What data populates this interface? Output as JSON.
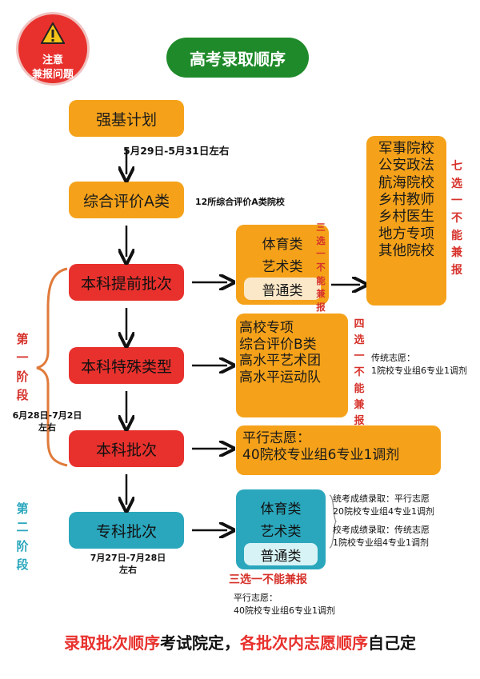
{
  "warning": {
    "line1": "注意",
    "line2": "兼报问题"
  },
  "title": "高考录取顺序",
  "flow": {
    "qiangji": "强基计划",
    "qiangji_date": "5月29日-5月31日左右",
    "zonghe_a": "综合评价A类",
    "zonghe_a_note": "12所综合评价A类院校",
    "tiqian": "本科提前批次",
    "teshu": "本科特殊类型",
    "benke": "本科批次",
    "zhuanke": "专科批次"
  },
  "tiqian_options": [
    "体育类",
    "艺术类",
    "普通类"
  ],
  "tiqian_rule": "三\n选\n一\n不\n能\n兼\n报",
  "military": [
    "军事院校",
    "公安政法",
    "航海院校",
    "乡村教师",
    "乡村医生",
    "地方专项",
    "其他院校"
  ],
  "military_rule": "七\n选\n一\n不\n能\n兼\n报",
  "teshu_options": [
    "高校专项",
    "综合评价B类",
    "高水平艺术团",
    "高水平运动队"
  ],
  "teshu_rule": "四\n选\n一\n不\n能\n兼\n报",
  "teshu_note": {
    "line1": "传统志愿：",
    "line2": "1院校专业组6专业1调剂"
  },
  "benke_box": {
    "line1": "平行志愿：",
    "line2": "40院校专业组6专业1调剂"
  },
  "stage1": {
    "label": "第\n一\n阶\n段",
    "date_line1": "6月28日-7月2日",
    "date_line2": "左右"
  },
  "stage2": {
    "label": "第\n二\n阶\n段",
    "date_line1": "7月27日-7月28日",
    "date_line2": "左右"
  },
  "zhuanke_options": [
    "体育类",
    "艺术类",
    "普通类"
  ],
  "zhuanke_rule": "三选一不能兼报",
  "zhuanke_notes": {
    "a1": "统考成绩录取：平行志愿",
    "a2": "20院校专业组4专业1调剂",
    "b1": "校考成绩录取：传统志愿",
    "b2": "1院校专业组4专业1调剂"
  },
  "zhuanke_bottom": {
    "line1": "平行志愿：",
    "line2": "40院校专业组6专业1调剂"
  },
  "footer": {
    "p1": "录取批次顺序",
    "p2": "考试院定，",
    "p3": "各批次内志愿顺序",
    "p4": "自己定"
  },
  "colors": {
    "orange": "#f5a21a",
    "red": "#e8312d",
    "teal": "#2aa7bd",
    "title_green": "#1f8a2a"
  }
}
